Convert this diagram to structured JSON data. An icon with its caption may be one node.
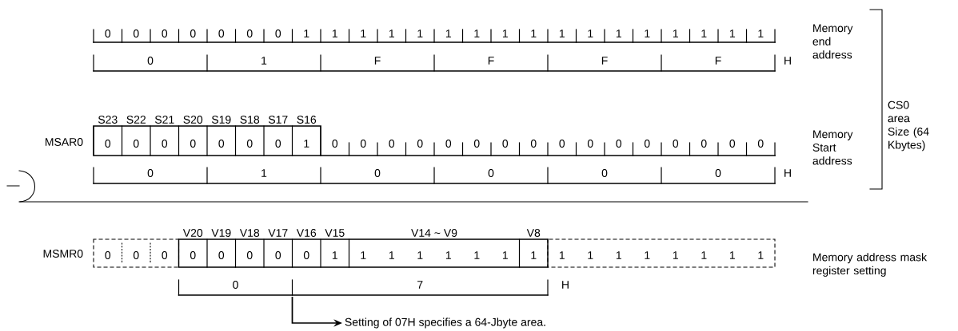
{
  "diagram": {
    "nodes": [
      {
        "text": [],
        "shape": "bar"
      },
      {
        "text": [
          "Setting of 07H specifies a 64-Jbyte area."
        ]
      }
    ],
    "edges": [
      {
        "from": 0,
        "to": 1,
        "arrow": "to"
      }
    ],
    "labels": [
      "0",
      "0",
      "0",
      "0",
      "0",
      "0",
      "0",
      "1",
      "1",
      "1",
      "1",
      "1",
      "1",
      "1",
      "1",
      "1",
      "1",
      "1",
      "1",
      "1",
      "1",
      "1",
      "1",
      "1",
      "Memory end address",
      "0",
      "1",
      "F",
      "F",
      "F",
      "F",
      "H",
      "CS0 area Size (64 Kbytes)",
      "S23",
      "S22",
      "S21",
      "S20",
      "S19",
      "S18",
      "S17",
      "S16",
      "MSAR0",
      "0",
      "0",
      "0",
      "0",
      "0",
      "0",
      "0",
      "1",
      "0",
      "0",
      "0",
      "0",
      "0",
      "0",
      "0",
      "0",
      "0",
      "0",
      "0",
      "0",
      "0",
      "0",
      "0",
      "0",
      "Memory Start address",
      "0",
      "1",
      "0",
      "0",
      "0",
      "0",
      "H",
      "V20",
      "V19",
      "V18",
      "V17",
      "V16",
      "V15",
      "V14 ~ V9",
      "V8",
      "MSMR0",
      "0",
      "0",
      "0",
      "0",
      "0",
      "0",
      "0",
      "0",
      "1",
      "1",
      "1",
      "1",
      "1",
      "1",
      "1",
      "1",
      "1",
      "1",
      "1",
      "1",
      "1",
      "1",
      "1",
      "1",
      "Memory address mask register setting",
      "0",
      "7",
      "H"
    ]
  }
}
